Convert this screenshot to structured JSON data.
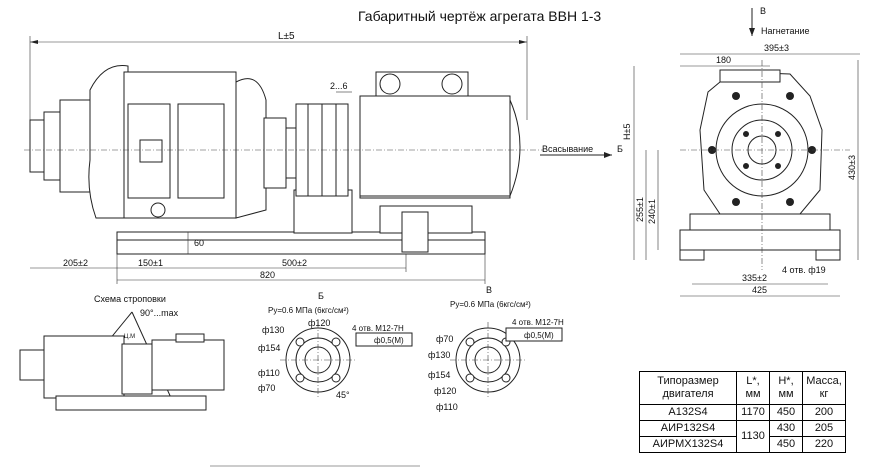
{
  "title": "Габаритный чертёж агрегата ВВН 1-3",
  "labels": {
    "view_b_marker": "В",
    "discharge": "Нагнетание",
    "suction": "Всасывание",
    "arrow_b": "Б",
    "sling_scheme": "Схема строповки",
    "sling_angle": "90°...max",
    "view_b_title": "Б",
    "view_v_title": "В",
    "pressure_b": "Pу=0.6 МПа (6кгс/см²)",
    "pressure_v": "Pу=0.6 МПа (6кгс/см²)",
    "holes_b": "4 отв. М12-7Н",
    "holes_v": "4 отв. М12-7Н",
    "tol_b": "ф0,5(М)",
    "tol_v": "ф0,5(М)",
    "cm_mark": "Ц.М"
  },
  "dims": {
    "L": "L±5",
    "gap": "2...6",
    "d60": "60",
    "d205": "205±2",
    "d150": "150±1",
    "d500": "500±2",
    "d820": "820",
    "d180": "180",
    "d395": "395±3",
    "H": "H±5",
    "d430": "430±3",
    "d255": "255±1",
    "d240": "240±1",
    "d335": "335±2",
    "d425": "425",
    "holes19": "4 отв. ф19",
    "b_d130": "ф130",
    "b_d120": "ф120",
    "b_d154": "ф154",
    "b_d110": "ф110",
    "b_d70": "ф70",
    "b_45": "45°",
    "v_d70": "ф70",
    "v_d130": "ф130",
    "v_d154": "ф154",
    "v_d120": "ф120",
    "v_d110": "ф110"
  },
  "spec_table": {
    "headers": [
      "Типоразмер двигателя",
      "L*, мм",
      "H*, мм",
      "Масса, кг"
    ],
    "rows": [
      {
        "motor": "А132S4",
        "L": "1170",
        "H": "450",
        "mass": "200"
      },
      {
        "motor": "АИР132S4",
        "L": "1130",
        "H": "430",
        "mass": "205"
      },
      {
        "motor": "АИРМХ132S4",
        "L": "",
        "H": "450",
        "mass": "220"
      }
    ]
  }
}
